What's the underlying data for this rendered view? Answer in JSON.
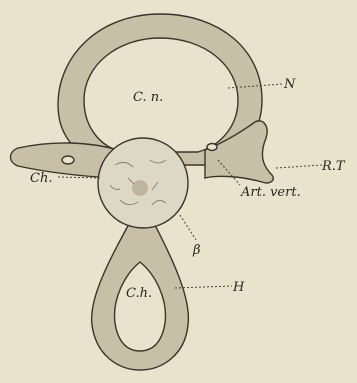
{
  "labels": {
    "neural_canal": "C. n.",
    "neural_arch": "N",
    "transverse_rib": "R.T",
    "chorda": "Ch.",
    "vertebral_artery": "Art. vert.",
    "beta": "β",
    "haemal_arch": "H",
    "caudal_canal": "C.h."
  },
  "colors": {
    "background": "#e9e3cd",
    "bone": "#c8c0a6",
    "ink": "#3a342a",
    "centrum": "#ddd8c4"
  }
}
